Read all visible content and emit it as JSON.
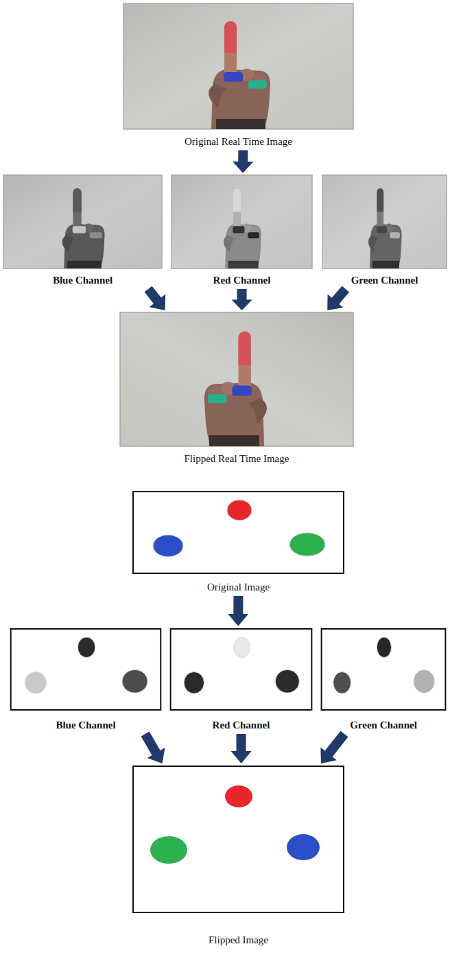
{
  "diagram": {
    "nodes": [
      {
        "text": [
          "Original Real Time Image"
        ]
      },
      {
        "text": [
          "Blue Channel"
        ]
      },
      {
        "text": [
          "Red Channel"
        ]
      },
      {
        "text": [
          "Green Channel"
        ]
      },
      {
        "text": [
          "Flipped Real Time Image"
        ]
      },
      {
        "text": [
          "Original Image"
        ]
      },
      {
        "text": [
          "Blue Channel"
        ]
      },
      {
        "text": [
          "Red Channel"
        ]
      },
      {
        "text": [
          "Green Channel"
        ]
      },
      {
        "text": [
          "Flipped Image"
        ]
      }
    ],
    "edges": [
      {
        "from": 0,
        "to": 2,
        "arrow": "to"
      },
      {
        "from": 1,
        "to": 4,
        "arrow": "to"
      },
      {
        "from": 2,
        "to": 4,
        "arrow": "to"
      },
      {
        "from": 3,
        "to": 4,
        "arrow": "to"
      },
      {
        "from": 5,
        "to": 7,
        "arrow": "to"
      },
      {
        "from": 6,
        "to": 9,
        "arrow": "to"
      },
      {
        "from": 7,
        "to": 9,
        "arrow": "to"
      },
      {
        "from": 8,
        "to": 9,
        "arrow": "to"
      }
    ]
  }
}
